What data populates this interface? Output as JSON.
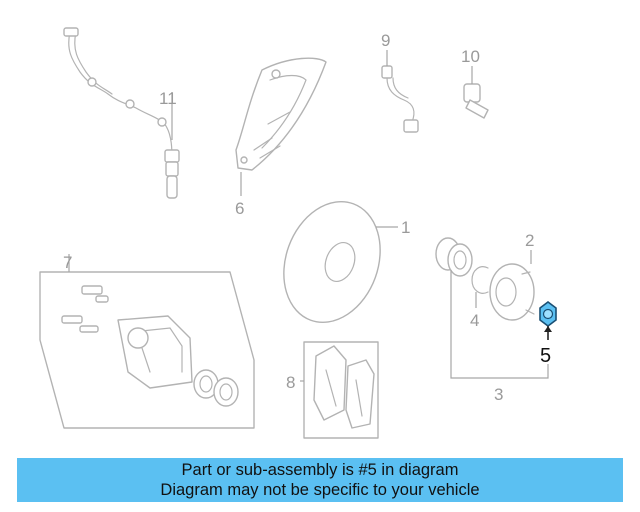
{
  "diagram": {
    "callouts": {
      "c1": "1",
      "c2": "2",
      "c3": "3",
      "c4": "4",
      "c5": "5",
      "c6": "6",
      "c7": "7",
      "c8": "8",
      "c9": "9",
      "c10": "10",
      "c11": "11"
    },
    "highlighted_part": "5",
    "highlight_color": "#5bc0f2"
  },
  "banner": {
    "line1": "Part or sub-assembly is #5 in diagram",
    "line2": "Diagram may not be specific to your vehicle",
    "background": "#5bc0f2"
  }
}
